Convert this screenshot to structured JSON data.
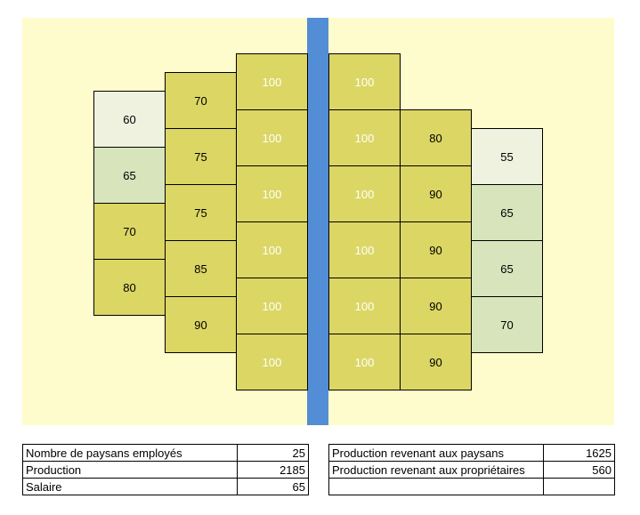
{
  "colors": {
    "field": "#fefccc",
    "river": "#538dd5",
    "plot_strong": "#dcd665",
    "plot_light": "#eff2df",
    "plot_mid": "#d8e4bc"
  },
  "plots": {
    "left": [
      [
        "60",
        "65",
        "70",
        "80"
      ],
      [
        "70",
        "75",
        "75",
        "85",
        "90"
      ],
      [
        "100",
        "100",
        "100",
        "100",
        "100",
        "100"
      ]
    ],
    "right": [
      [
        "100",
        "100",
        "100",
        "100",
        "100",
        "100"
      ],
      [
        "80",
        "90",
        "90",
        "90",
        "90"
      ],
      [
        "55",
        "65",
        "65",
        "70"
      ]
    ]
  },
  "table_left": [
    {
      "label": "Nombre de paysans employés",
      "value": "25"
    },
    {
      "label": "Production",
      "value": "2185"
    },
    {
      "label": "Salaire",
      "value": "65"
    }
  ],
  "table_right": [
    {
      "label": "Production revenant aux paysans",
      "value": "1625"
    },
    {
      "label": "Production revenant aux propriétaires",
      "value": "560"
    },
    {
      "label": "",
      "value": ""
    }
  ]
}
